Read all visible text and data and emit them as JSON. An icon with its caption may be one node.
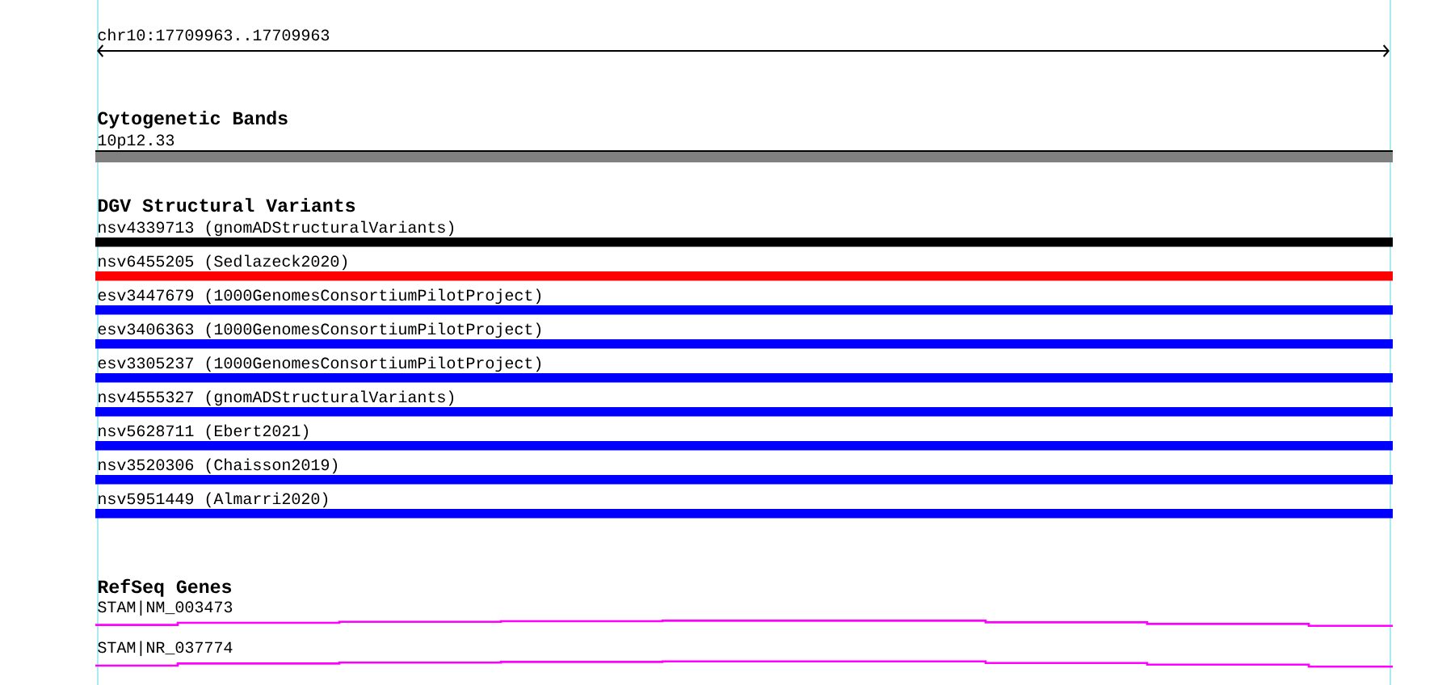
{
  "diagram": {
    "nodes": [
      {
        "text": [
          "10p12.33"
        ]
      },
      {
        "text": [
          "nsv4339713 (gnomADStructuralVariants)"
        ]
      },
      {
        "text": [
          "nsv6455205 (Sedlazeck2020)"
        ]
      },
      {
        "text": [
          "esv3447679 (1000GenomesConsortiumPilotProject)"
        ]
      },
      {
        "text": [
          "esv3406363 (1000GenomesConsortiumPilotProject)"
        ]
      },
      {
        "text": [
          "esv3305237 (1000GenomesConsortiumPilotProject)"
        ]
      },
      {
        "text": [
          "nsv4555327 (gnomADStructuralVariants)"
        ]
      },
      {
        "text": [
          "nsv5628711 (Ebert2021)"
        ]
      },
      {
        "text": [
          "nsv3520306 (Chaisson2019)"
        ]
      },
      {
        "text": [
          "nsv5951449 (Almarri2020)"
        ]
      },
      {
        "text": [
          "STAM|NM_003473"
        ]
      },
      {
        "text": [
          "STAM|NR_037774"
        ]
      }
    ],
    "labels": [
      "chr10:17709963..17709963",
      "Cytogenetic Bands",
      "DGV Structural Variants",
      "RefSeq Genes"
    ]
  }
}
